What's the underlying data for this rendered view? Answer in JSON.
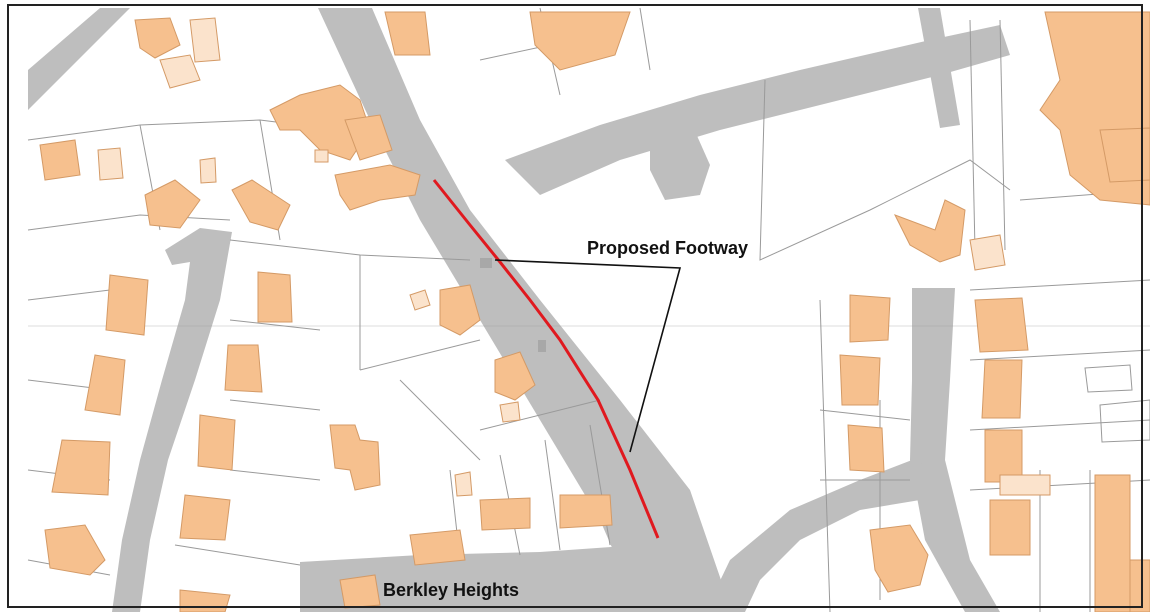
{
  "map": {
    "annotations": {
      "proposed_footway": "Proposed Footway",
      "berkley_heights": "Berkley Heights"
    },
    "colors": {
      "road": "#bebebe",
      "building": "#f6c08e",
      "building_stroke": "#d49a66",
      "building_light": "#fbe3cc",
      "boundary": "#9a9a9a",
      "footway": "#e0191f",
      "frame": "#222222",
      "leader": "#111111"
    },
    "features": [
      "roads",
      "buildings",
      "property-boundaries",
      "proposed-footway-line",
      "leader-lines"
    ]
  }
}
